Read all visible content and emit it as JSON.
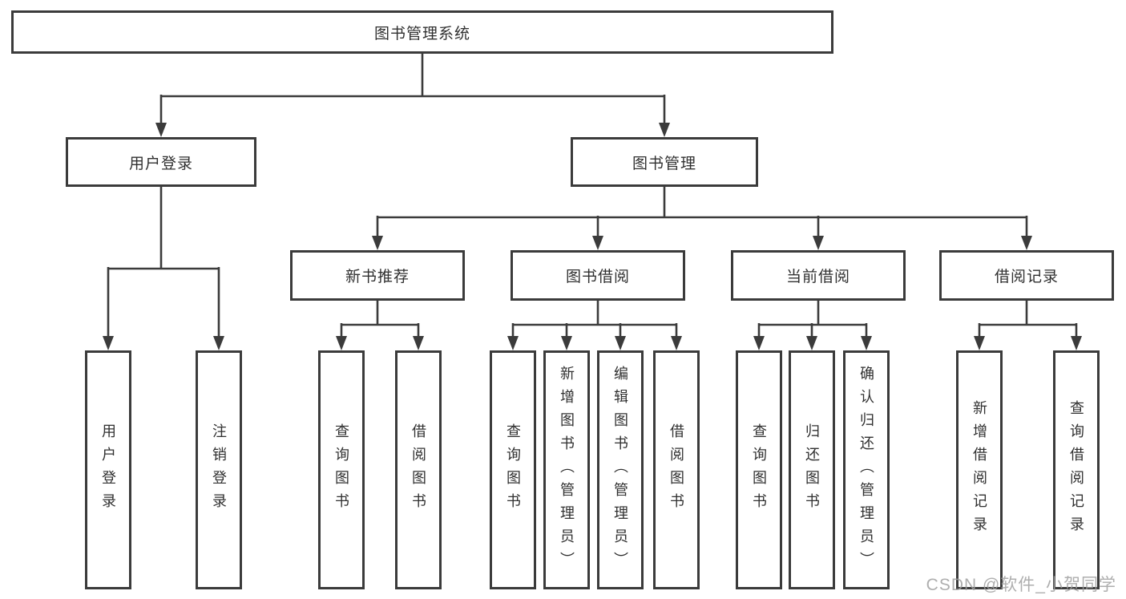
{
  "nodes": {
    "root": {
      "label": "图书管理系统"
    },
    "branches": [
      {
        "label": "用户登录"
      },
      {
        "label": "图书管理"
      }
    ],
    "modules": [
      {
        "label": "新书推荐"
      },
      {
        "label": "图书借阅"
      },
      {
        "label": "当前借阅"
      },
      {
        "label": "借阅记录"
      }
    ],
    "leaves": [
      {
        "label": "用户登录"
      },
      {
        "label": "注销登录"
      },
      {
        "label": "查询图书"
      },
      {
        "label": "借阅图书"
      },
      {
        "label": "查询图书"
      },
      {
        "label": "新增图书（管理员）"
      },
      {
        "label": "编辑图书（管理员）"
      },
      {
        "label": "借阅图书"
      },
      {
        "label": "查询图书"
      },
      {
        "label": "归还图书"
      },
      {
        "label": "确认归还（管理员）"
      },
      {
        "label": "新增借阅记录"
      },
      {
        "label": "查询借阅记录"
      }
    ]
  },
  "watermark": {
    "text": "CSDN @软件_小贺同学"
  },
  "colors": {
    "line": "#3b3b3b",
    "text": "#303030",
    "box_background": "#ffffff",
    "page_background": "#ffffff",
    "watermark": "#a0a0a0"
  }
}
